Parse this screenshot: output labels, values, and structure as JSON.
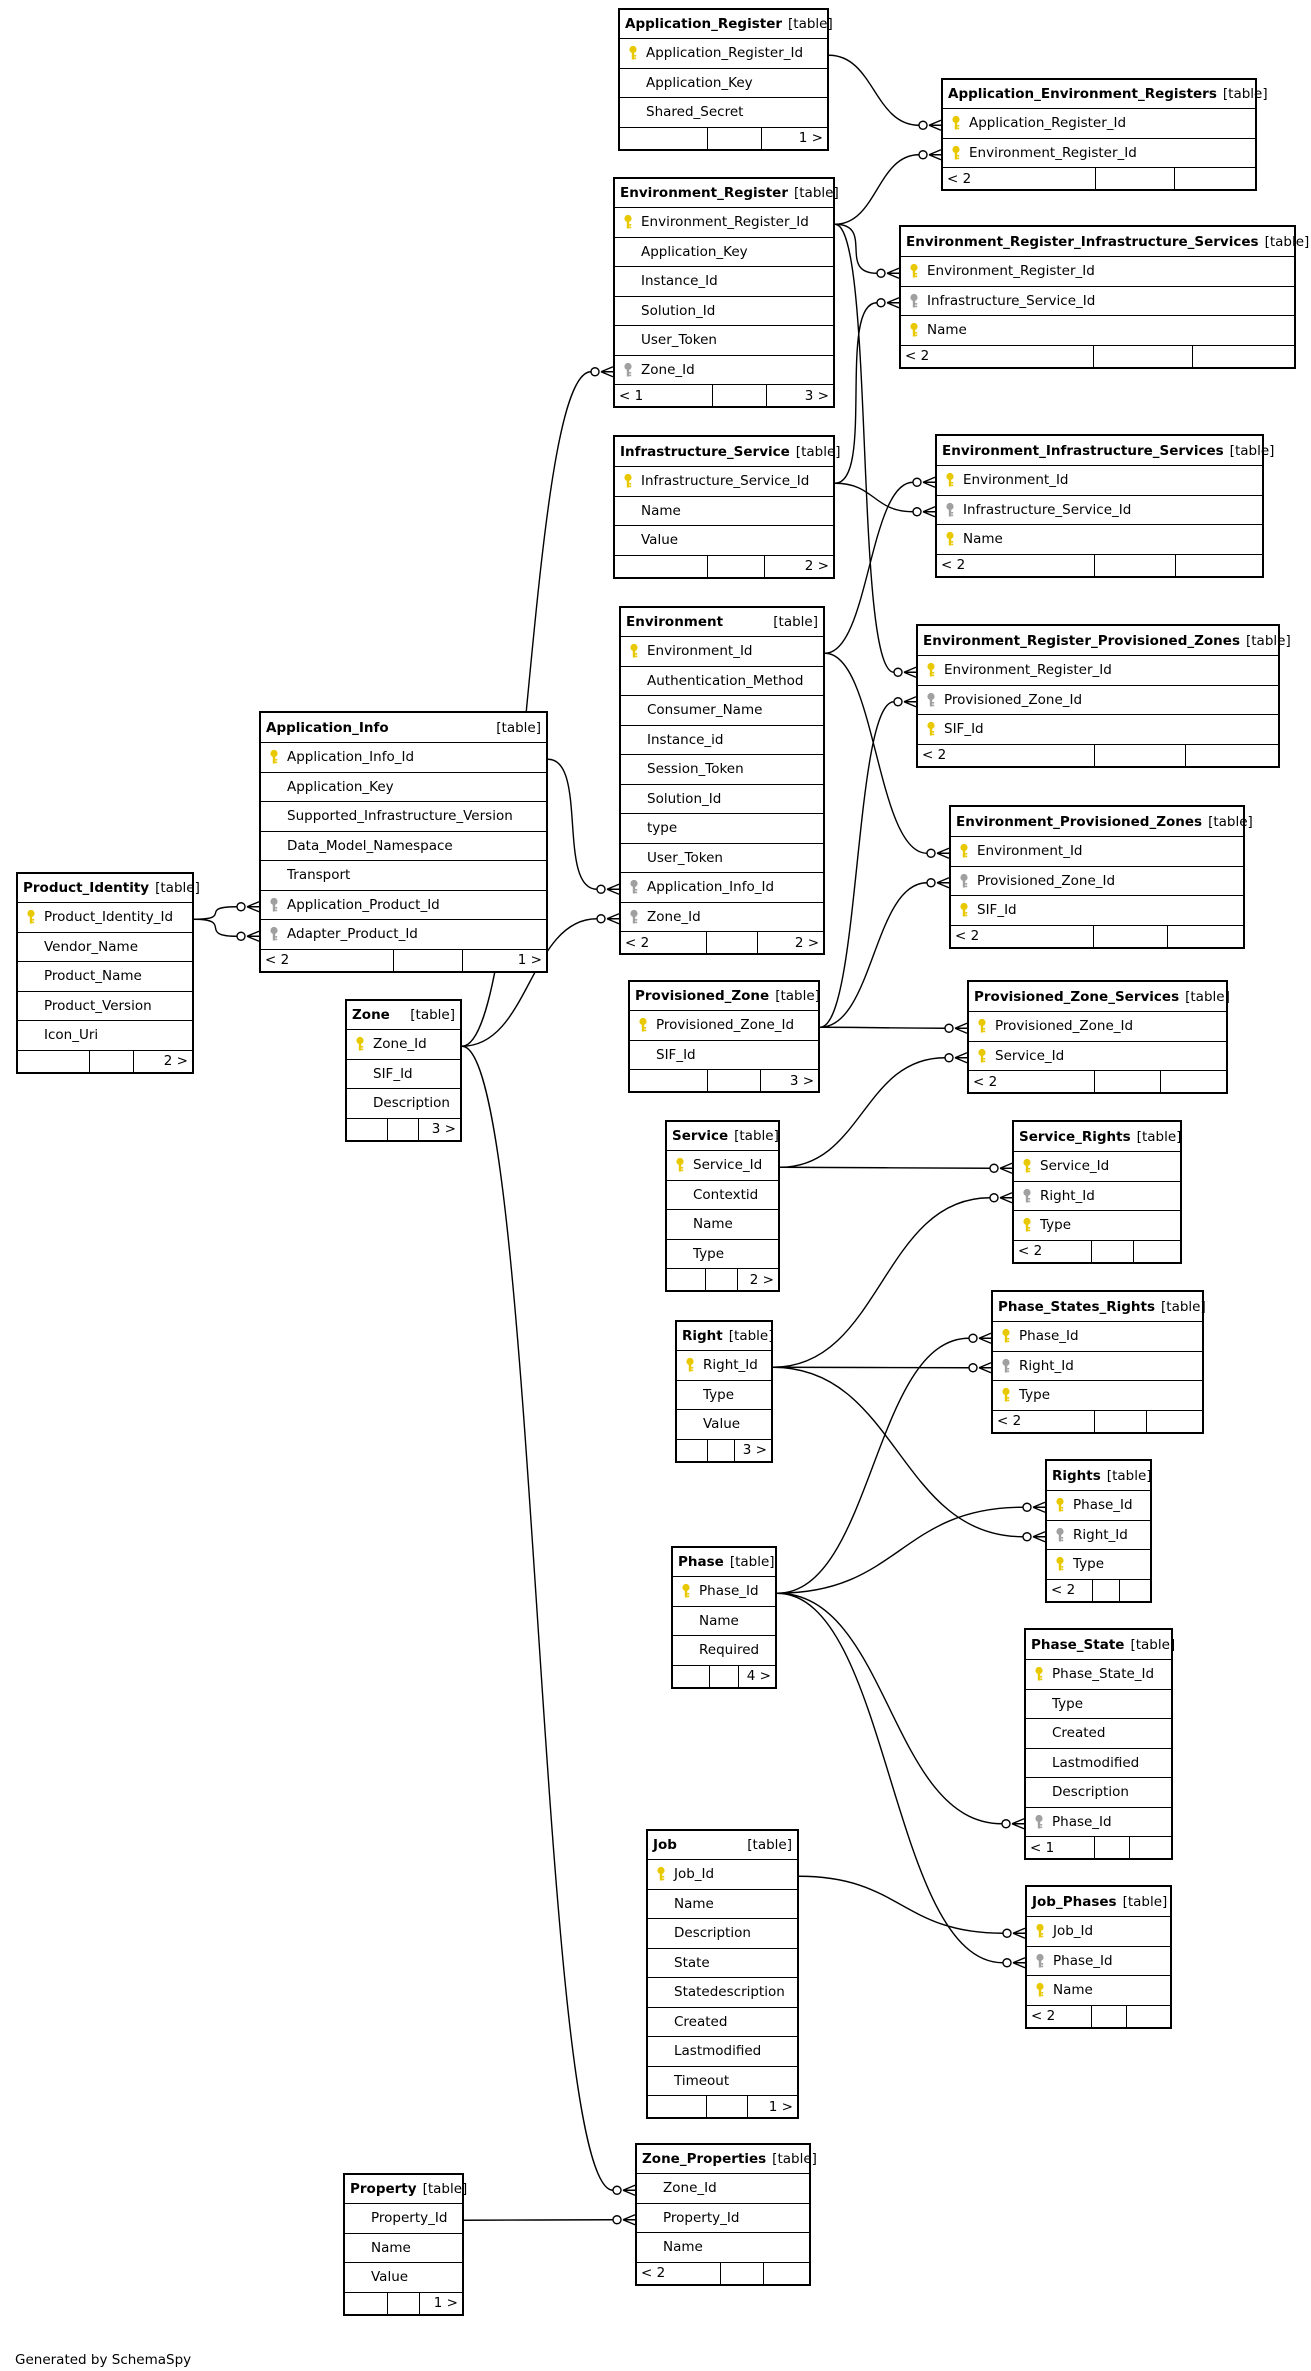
{
  "footer_text": "Generated by SchemaSpy",
  "type_tag": "[table]",
  "colors": {
    "primary_key": "#e8c800",
    "foreign_key": "#a0a0a0",
    "line": "#000000"
  },
  "tables": [
    {
      "name": "Application_Register",
      "columns": [
        {
          "name": "Application_Register_Id",
          "key": "pk"
        },
        {
          "name": "Application_Key"
        },
        {
          "name": "Shared_Secret"
        }
      ],
      "footer": [
        "",
        "",
        "1 >"
      ]
    },
    {
      "name": "Application_Environment_Registers",
      "columns": [
        {
          "name": "Application_Register_Id",
          "key": "pk"
        },
        {
          "name": "Environment_Register_Id",
          "key": "pk"
        }
      ],
      "footer": [
        "< 2",
        "",
        ""
      ]
    },
    {
      "name": "Environment_Register",
      "columns": [
        {
          "name": "Environment_Register_Id",
          "key": "pk"
        },
        {
          "name": "Application_Key"
        },
        {
          "name": "Instance_Id"
        },
        {
          "name": "Solution_Id"
        },
        {
          "name": "User_Token"
        },
        {
          "name": "Zone_Id",
          "key": "fk"
        }
      ],
      "footer": [
        "< 1",
        "",
        "3 >"
      ]
    },
    {
      "name": "Environment_Register_Infrastructure_Services",
      "columns": [
        {
          "name": "Environment_Register_Id",
          "key": "pk"
        },
        {
          "name": "Infrastructure_Service_Id",
          "key": "fk"
        },
        {
          "name": "Name",
          "key": "pk"
        }
      ],
      "footer": [
        "< 2",
        "",
        ""
      ]
    },
    {
      "name": "Infrastructure_Service",
      "columns": [
        {
          "name": "Infrastructure_Service_Id",
          "key": "pk"
        },
        {
          "name": "Name"
        },
        {
          "name": "Value"
        }
      ],
      "footer": [
        "",
        "",
        "2 >"
      ]
    },
    {
      "name": "Environment_Infrastructure_Services",
      "columns": [
        {
          "name": "Environment_Id",
          "key": "pk"
        },
        {
          "name": "Infrastructure_Service_Id",
          "key": "fk"
        },
        {
          "name": "Name",
          "key": "pk"
        }
      ],
      "footer": [
        "< 2",
        "",
        ""
      ]
    },
    {
      "name": "Environment",
      "columns": [
        {
          "name": "Environment_Id",
          "key": "pk"
        },
        {
          "name": "Authentication_Method"
        },
        {
          "name": "Consumer_Name"
        },
        {
          "name": "Instance_id"
        },
        {
          "name": "Session_Token"
        },
        {
          "name": "Solution_Id"
        },
        {
          "name": "type"
        },
        {
          "name": "User_Token"
        },
        {
          "name": "Application_Info_Id",
          "key": "fk"
        },
        {
          "name": "Zone_Id",
          "key": "fk"
        }
      ],
      "footer": [
        "< 2",
        "",
        "2 >"
      ]
    },
    {
      "name": "Environment_Register_Provisioned_Zones",
      "columns": [
        {
          "name": "Environment_Register_Id",
          "key": "pk"
        },
        {
          "name": "Provisioned_Zone_Id",
          "key": "fk"
        },
        {
          "name": "SIF_Id",
          "key": "pk"
        }
      ],
      "footer": [
        "< 2",
        "",
        ""
      ]
    },
    {
      "name": "Application_Info",
      "columns": [
        {
          "name": "Application_Info_Id",
          "key": "pk"
        },
        {
          "name": "Application_Key"
        },
        {
          "name": "Supported_Infrastructure_Version"
        },
        {
          "name": "Data_Model_Namespace"
        },
        {
          "name": "Transport"
        },
        {
          "name": "Application_Product_Id",
          "key": "fk"
        },
        {
          "name": "Adapter_Product_Id",
          "key": "fk"
        }
      ],
      "footer": [
        "< 2",
        "",
        "1 >"
      ]
    },
    {
      "name": "Environment_Provisioned_Zones",
      "columns": [
        {
          "name": "Environment_Id",
          "key": "pk"
        },
        {
          "name": "Provisioned_Zone_Id",
          "key": "fk"
        },
        {
          "name": "SIF_Id",
          "key": "pk"
        }
      ],
      "footer": [
        "< 2",
        "",
        ""
      ]
    },
    {
      "name": "Product_Identity",
      "columns": [
        {
          "name": "Product_Identity_Id",
          "key": "pk"
        },
        {
          "name": "Vendor_Name"
        },
        {
          "name": "Product_Name"
        },
        {
          "name": "Product_Version"
        },
        {
          "name": "Icon_Uri"
        }
      ],
      "footer": [
        "",
        "",
        "2 >"
      ]
    },
    {
      "name": "Zone",
      "columns": [
        {
          "name": "Zone_Id",
          "key": "pk"
        },
        {
          "name": "SIF_Id"
        },
        {
          "name": "Description"
        }
      ],
      "footer": [
        "",
        "",
        "3 >"
      ]
    },
    {
      "name": "Provisioned_Zone",
      "columns": [
        {
          "name": "Provisioned_Zone_Id",
          "key": "pk"
        },
        {
          "name": "SIF_Id"
        }
      ],
      "footer": [
        "",
        "",
        "3 >"
      ]
    },
    {
      "name": "Provisioned_Zone_Services",
      "columns": [
        {
          "name": "Provisioned_Zone_Id",
          "key": "pk"
        },
        {
          "name": "Service_Id",
          "key": "pk"
        }
      ],
      "footer": [
        "< 2",
        "",
        ""
      ]
    },
    {
      "name": "Service",
      "columns": [
        {
          "name": "Service_Id",
          "key": "pk"
        },
        {
          "name": "Contextid"
        },
        {
          "name": "Name"
        },
        {
          "name": "Type"
        }
      ],
      "footer": [
        "",
        "",
        "2 >"
      ]
    },
    {
      "name": "Service_Rights",
      "columns": [
        {
          "name": "Service_Id",
          "key": "pk"
        },
        {
          "name": "Right_Id",
          "key": "fk"
        },
        {
          "name": "Type",
          "key": "pk"
        }
      ],
      "footer": [
        "< 2",
        "",
        ""
      ]
    },
    {
      "name": "Right",
      "columns": [
        {
          "name": "Right_Id",
          "key": "pk"
        },
        {
          "name": "Type"
        },
        {
          "name": "Value"
        }
      ],
      "footer": [
        "",
        "",
        "3 >"
      ]
    },
    {
      "name": "Phase_States_Rights",
      "columns": [
        {
          "name": "Phase_Id",
          "key": "pk"
        },
        {
          "name": "Right_Id",
          "key": "fk"
        },
        {
          "name": "Type",
          "key": "pk"
        }
      ],
      "footer": [
        "< 2",
        "",
        ""
      ]
    },
    {
      "name": "Rights",
      "columns": [
        {
          "name": "Phase_Id",
          "key": "pk"
        },
        {
          "name": "Right_Id",
          "key": "fk"
        },
        {
          "name": "Type",
          "key": "pk"
        }
      ],
      "footer": [
        "< 2",
        "",
        ""
      ]
    },
    {
      "name": "Phase",
      "columns": [
        {
          "name": "Phase_Id",
          "key": "pk"
        },
        {
          "name": "Name"
        },
        {
          "name": "Required"
        }
      ],
      "footer": [
        "",
        "",
        "4 >"
      ]
    },
    {
      "name": "Phase_State",
      "columns": [
        {
          "name": "Phase_State_Id",
          "key": "pk"
        },
        {
          "name": "Type"
        },
        {
          "name": "Created"
        },
        {
          "name": "Lastmodified"
        },
        {
          "name": "Description"
        },
        {
          "name": "Phase_Id",
          "key": "fk"
        }
      ],
      "footer": [
        "< 1",
        "",
        ""
      ]
    },
    {
      "name": "Job",
      "columns": [
        {
          "name": "Job_Id",
          "key": "pk"
        },
        {
          "name": "Name"
        },
        {
          "name": "Description"
        },
        {
          "name": "State"
        },
        {
          "name": "Statedescription"
        },
        {
          "name": "Created"
        },
        {
          "name": "Lastmodified"
        },
        {
          "name": "Timeout"
        }
      ],
      "footer": [
        "",
        "",
        "1 >"
      ]
    },
    {
      "name": "Job_Phases",
      "columns": [
        {
          "name": "Job_Id",
          "key": "pk"
        },
        {
          "name": "Phase_Id",
          "key": "fk"
        },
        {
          "name": "Name",
          "key": "pk"
        }
      ],
      "footer": [
        "< 2",
        "",
        ""
      ]
    },
    {
      "name": "Zone_Properties",
      "columns": [
        {
          "name": "Zone_Id"
        },
        {
          "name": "Property_Id"
        },
        {
          "name": "Name"
        }
      ],
      "footer": [
        "< 2",
        "",
        ""
      ]
    },
    {
      "name": "Property",
      "columns": [
        {
          "name": "Property_Id"
        },
        {
          "name": "Name"
        },
        {
          "name": "Value"
        }
      ],
      "footer": [
        "",
        "",
        "1 >"
      ]
    }
  ],
  "relationships": [
    {
      "from": "Application_Register.Application_Register_Id",
      "to": "Application_Environment_Registers.Application_Register_Id"
    },
    {
      "from": "Environment_Register.Environment_Register_Id",
      "to": "Application_Environment_Registers.Environment_Register_Id"
    },
    {
      "from": "Environment_Register.Environment_Register_Id",
      "to": "Environment_Register_Infrastructure_Services.Environment_Register_Id"
    },
    {
      "from": "Infrastructure_Service.Infrastructure_Service_Id",
      "to": "Environment_Register_Infrastructure_Services.Infrastructure_Service_Id"
    },
    {
      "from": "Environment.Environment_Id",
      "to": "Environment_Infrastructure_Services.Environment_Id"
    },
    {
      "from": "Infrastructure_Service.Infrastructure_Service_Id",
      "to": "Environment_Infrastructure_Services.Infrastructure_Service_Id"
    },
    {
      "from": "Environment_Register.Environment_Register_Id",
      "to": "Environment_Register_Provisioned_Zones.Environment_Register_Id"
    },
    {
      "from": "Provisioned_Zone.Provisioned_Zone_Id",
      "to": "Environment_Register_Provisioned_Zones.Provisioned_Zone_Id"
    },
    {
      "from": "Environment.Environment_Id",
      "to": "Environment_Provisioned_Zones.Environment_Id"
    },
    {
      "from": "Provisioned_Zone.Provisioned_Zone_Id",
      "to": "Environment_Provisioned_Zones.Provisioned_Zone_Id"
    },
    {
      "from": "Application_Info.Application_Info_Id",
      "to": "Environment.Application_Info_Id"
    },
    {
      "from": "Zone.Zone_Id",
      "to": "Environment.Zone_Id"
    },
    {
      "from": "Zone.Zone_Id",
      "to": "Environment_Register.Zone_Id"
    },
    {
      "from": "Product_Identity.Product_Identity_Id",
      "to": "Application_Info.Application_Product_Id"
    },
    {
      "from": "Product_Identity.Product_Identity_Id",
      "to": "Application_Info.Adapter_Product_Id"
    },
    {
      "from": "Provisioned_Zone.Provisioned_Zone_Id",
      "to": "Provisioned_Zone_Services.Provisioned_Zone_Id"
    },
    {
      "from": "Service.Service_Id",
      "to": "Provisioned_Zone_Services.Service_Id"
    },
    {
      "from": "Service.Service_Id",
      "to": "Service_Rights.Service_Id"
    },
    {
      "from": "Right.Right_Id",
      "to": "Service_Rights.Right_Id"
    },
    {
      "from": "Right.Right_Id",
      "to": "Phase_States_Rights.Right_Id"
    },
    {
      "from": "Phase.Phase_Id",
      "to": "Phase_States_Rights.Phase_Id"
    },
    {
      "from": "Right.Right_Id",
      "to": "Rights.Right_Id"
    },
    {
      "from": "Phase.Phase_Id",
      "to": "Rights.Phase_Id"
    },
    {
      "from": "Phase.Phase_Id",
      "to": "Phase_State.Phase_Id"
    },
    {
      "from": "Job.Job_Id",
      "to": "Job_Phases.Job_Id"
    },
    {
      "from": "Phase.Phase_Id",
      "to": "Job_Phases.Phase_Id"
    },
    {
      "from": "Zone.Zone_Id",
      "to": "Zone_Properties.Zone_Id"
    },
    {
      "from": "Property.Property_Id",
      "to": "Zone_Properties.Property_Id"
    }
  ]
}
